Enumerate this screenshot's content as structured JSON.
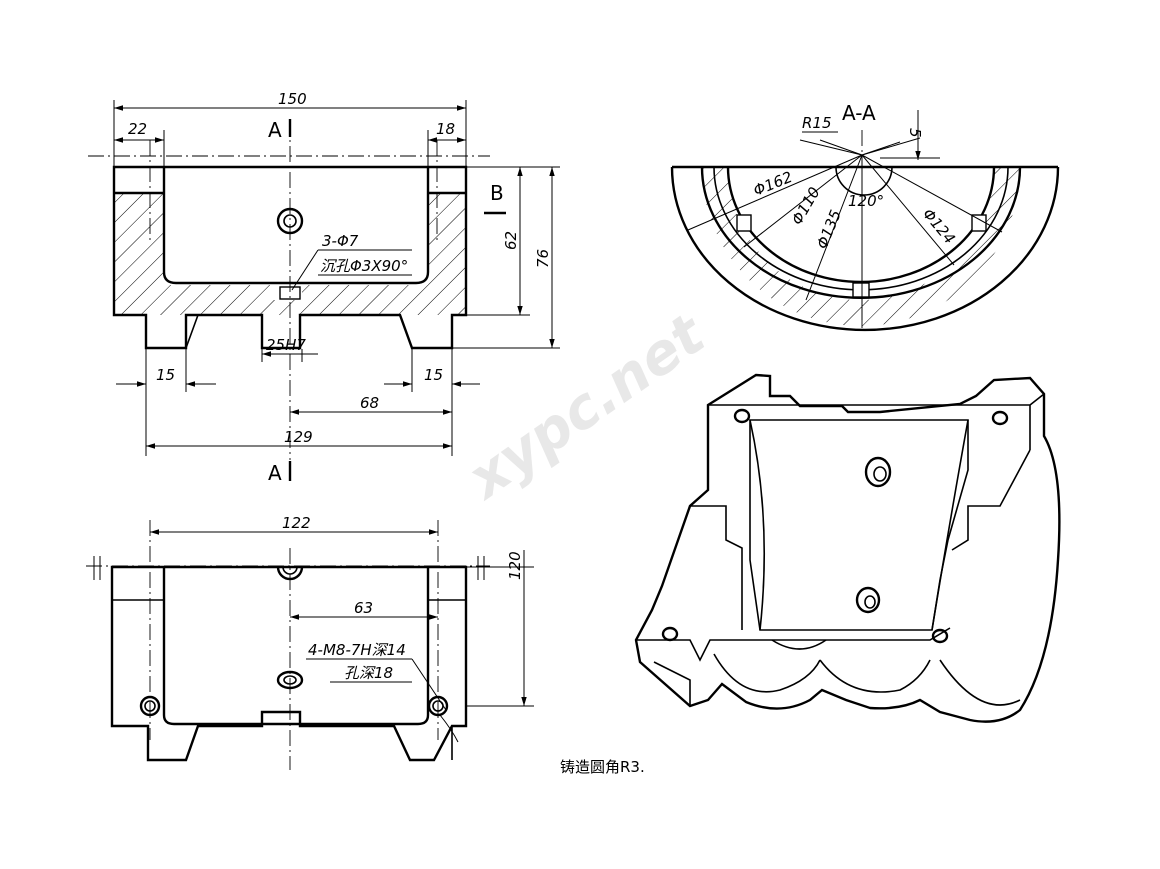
{
  "front_view": {
    "section_label_top": "A",
    "section_label_bottom": "A",
    "section_label_side": "B",
    "dims": {
      "overall_width": "150",
      "left_wall": "22",
      "right_wall": "18",
      "inner_height": "62",
      "total_height": "76",
      "hole_spec": "3-Φ7",
      "countersink": "沉孔Φ3X90°",
      "slot_width": "25H7",
      "foot_left": "15",
      "foot_right": "15",
      "center_offset": "68",
      "base_width": "129"
    }
  },
  "top_view": {
    "dims": {
      "hole_spacing": "122",
      "depth": "120",
      "center_offset": "63",
      "thread_spec": "4-M8-7H深14",
      "hole_depth": "孔深18"
    }
  },
  "section_view": {
    "title": "A-A",
    "dims": {
      "radius": "R15",
      "offset": "5",
      "d162": "Φ162",
      "d110": "Φ110",
      "d135": "Φ135",
      "d124": "Φ124",
      "angle": "120°"
    }
  },
  "note": "铸造圆角R3.",
  "watermark": "xypc.net"
}
